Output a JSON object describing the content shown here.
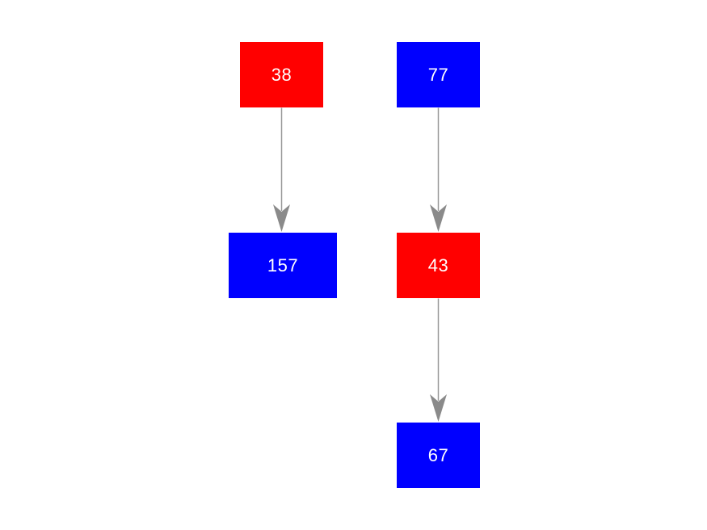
{
  "diagram": {
    "background": "#ffffff",
    "colors": {
      "red": "#ff0000",
      "blue": "#0000ff",
      "edge_line": "#999999",
      "edge_head": "#8a8a8a",
      "label_text": "#ffffff"
    },
    "nodes": [
      {
        "label": "38",
        "color": "#ff0000"
      },
      {
        "label": "77",
        "color": "#0000ff"
      },
      {
        "label": "157",
        "color": "#0000ff"
      },
      {
        "label": "43",
        "color": "#ff0000"
      },
      {
        "label": "67",
        "color": "#0000ff"
      }
    ],
    "edges": [
      {
        "from": "38",
        "to": "157"
      },
      {
        "from": "77",
        "to": "43"
      },
      {
        "from": "43",
        "to": "67"
      }
    ]
  }
}
